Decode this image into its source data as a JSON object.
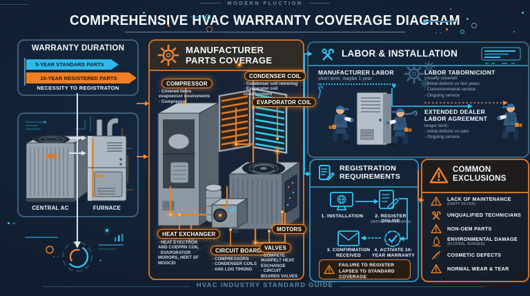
{
  "title": {
    "eyebrow": "MODERN FLUCTION",
    "main": "COMPREHENSIVE HVAC WARRANTY COVERAGE DIAGRAM"
  },
  "footer": {
    "label": "HVAC INDUSTRY STANDARD GUIDE"
  },
  "colors": {
    "background": "#101e30",
    "accent_cyan": "#35c3f2",
    "accent_orange": "#ef8432",
    "panel_border_steel": "#3f5e7d"
  },
  "warranty_duration": {
    "title": "WARRANTY DURATION",
    "standard_bar": "5-YEAR STANDARD PARTS",
    "registered_bar": "10-YEAR REGISTERED PARTS",
    "note": "NECESSITY TO REGISTRATON"
  },
  "equipment": {
    "central_ac": "CENTRAL AC",
    "furnace": "FURNACE"
  },
  "parts_coverage": {
    "title": "MANUFACTURER PARTS COVERAGE",
    "compressor": {
      "label": "COMPRESSOR",
      "bullets": [
        "Covered items evapoevsor couirements",
        "Compressor"
      ]
    },
    "condenser_coil": {
      "label": "CONDENSER COIL",
      "bullets": [
        "Condenser coil remoring",
        "Evaperator coil conolloomers"
      ]
    },
    "evaporator_coil": {
      "label": "EVAPORATOR COIL"
    },
    "heat_exchanger": {
      "label": "HEAT EXCHANGER",
      "bullets": [
        "HEAT EYECTROR AND COEPRN COIL",
        "EVAPORATOR MORORS, HEKT SF MOOCEI"
      ]
    },
    "circuit_boards": {
      "label": "CIRCUIT BOARDS",
      "bullets": [
        "COMPRESSORS",
        "CONDENSER COILS",
        "ANS LOG TIHONG"
      ]
    },
    "motors": {
      "label": "MOTORS"
    },
    "valves": {
      "label": "VALVES",
      "bullets": [
        "COMPETE MARPELT HEAT ESCHANGE",
        "CIRCUIT BOARDS VALVES"
      ]
    }
  },
  "labor": {
    "title": "LABOR & INSTALLATION",
    "manufacturer_labor": {
      "title": "MANUFACTURER LABOR",
      "subtitle": "short term, maybe 1 year"
    },
    "covered": {
      "title": "LABOR TABORNICIONT",
      "intro": "Usually covered:",
      "bullets": [
        "Initial defects vs two years",
        "Comomonmerial service",
        "Ongoing service"
      ]
    },
    "extended": {
      "title": "EXTENDED DEALER LABOR AGREEMENT",
      "intro": "longer term:",
      "bullets": [
        "Initial defects vs oats",
        "Ongoing service"
      ]
    }
  },
  "registration": {
    "title": "REGISTRATION REQUIREMENTS",
    "steps": [
      {
        "label": "1. INSTALLATION"
      },
      {
        "label": "2. REGISTER ONLINE",
        "sub": "(WITHIN 60-00 DAYS)"
      },
      {
        "label": "3. CONFIRMATION RECEIVED"
      },
      {
        "label": "4. ACTIVATE 10-YEAR WARRANTY"
      }
    ],
    "warning": "FAILURE TO REGISTER LAPSES TO STANDARD COVERAGE"
  },
  "exclusions": {
    "title": "COMMON EXCLUSIONS",
    "items": [
      {
        "label": "LACK OF MAINTENANCE",
        "sub": "(DIRTY FILTER)",
        "icon": "warning-triangle"
      },
      {
        "label": "UNQUALIFIED TECHNICIANS",
        "icon": "crossed-tools"
      },
      {
        "label": "NON-OEM PARTS",
        "icon": "warning-triangle"
      },
      {
        "label": "ENVIRONMENTAL DAMAGE",
        "sub": "(FLOODS, SURGES)",
        "icon": "water-drop"
      },
      {
        "label": "COSMETIC DEFECTS",
        "icon": "scratch"
      },
      {
        "label": "NORMAL WEAR & TEAR",
        "icon": "warning-triangle"
      }
    ]
  }
}
